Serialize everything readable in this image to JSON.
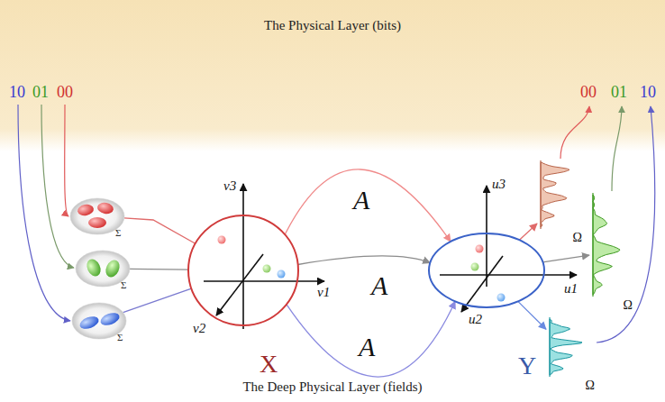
{
  "diagram": {
    "title": "The Physical Layer (bits)",
    "caption": "The Deep Physical Layer (fields)",
    "nodes": [
      {
        "text": [
          "Σ"
        ]
      },
      {
        "text": [
          "Σ"
        ]
      },
      {
        "text": [
          "Σ"
        ]
      },
      {
        "text": [
          "X"
        ]
      },
      {
        "text": [
          "Y"
        ]
      },
      {
        "text": [
          "Ω"
        ]
      },
      {
        "text": [
          "Ω"
        ]
      },
      {
        "text": [
          "Ω"
        ]
      }
    ],
    "edges": [
      {
        "from": 0,
        "to": 3,
        "arrow": "none"
      },
      {
        "from": 1,
        "to": 3,
        "arrow": "none"
      },
      {
        "from": 2,
        "to": 3,
        "arrow": "none"
      },
      {
        "from": 3,
        "to": 4,
        "label": "A",
        "arrow": "to"
      },
      {
        "from": 3,
        "to": 4,
        "label": "A",
        "arrow": "to"
      },
      {
        "from": 3,
        "to": 4,
        "label": "A",
        "arrow": "to"
      },
      {
        "from": 4,
        "to": 5,
        "arrow": "to"
      },
      {
        "from": 4,
        "to": 6,
        "arrow": "to"
      },
      {
        "from": 4,
        "to": 7,
        "arrow": "to"
      }
    ],
    "labels": [
      "10",
      "01",
      "00",
      "v3",
      "v1",
      "v2",
      "u3",
      "u1",
      "u2",
      "00",
      "01",
      "10"
    ]
  }
}
